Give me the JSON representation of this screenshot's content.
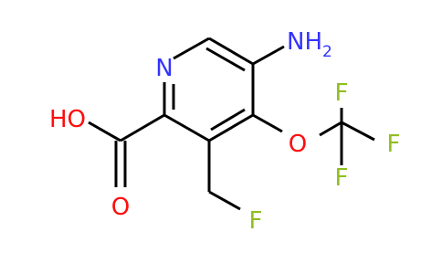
{
  "atoms": {
    "N_ring": "N",
    "NH2": "NH",
    "NH2_sub": "2",
    "O_ether": "O",
    "F1": "F",
    "F2": "F",
    "F3": "F",
    "O_hydroxyl": "HO",
    "O_carbonyl": "O",
    "F_methyl": "F"
  },
  "colors": {
    "bond": "#000000",
    "nitrogen": "#3333ff",
    "oxygen": "#ff0d0d",
    "fluorine": "#8fbf1f"
  }
}
